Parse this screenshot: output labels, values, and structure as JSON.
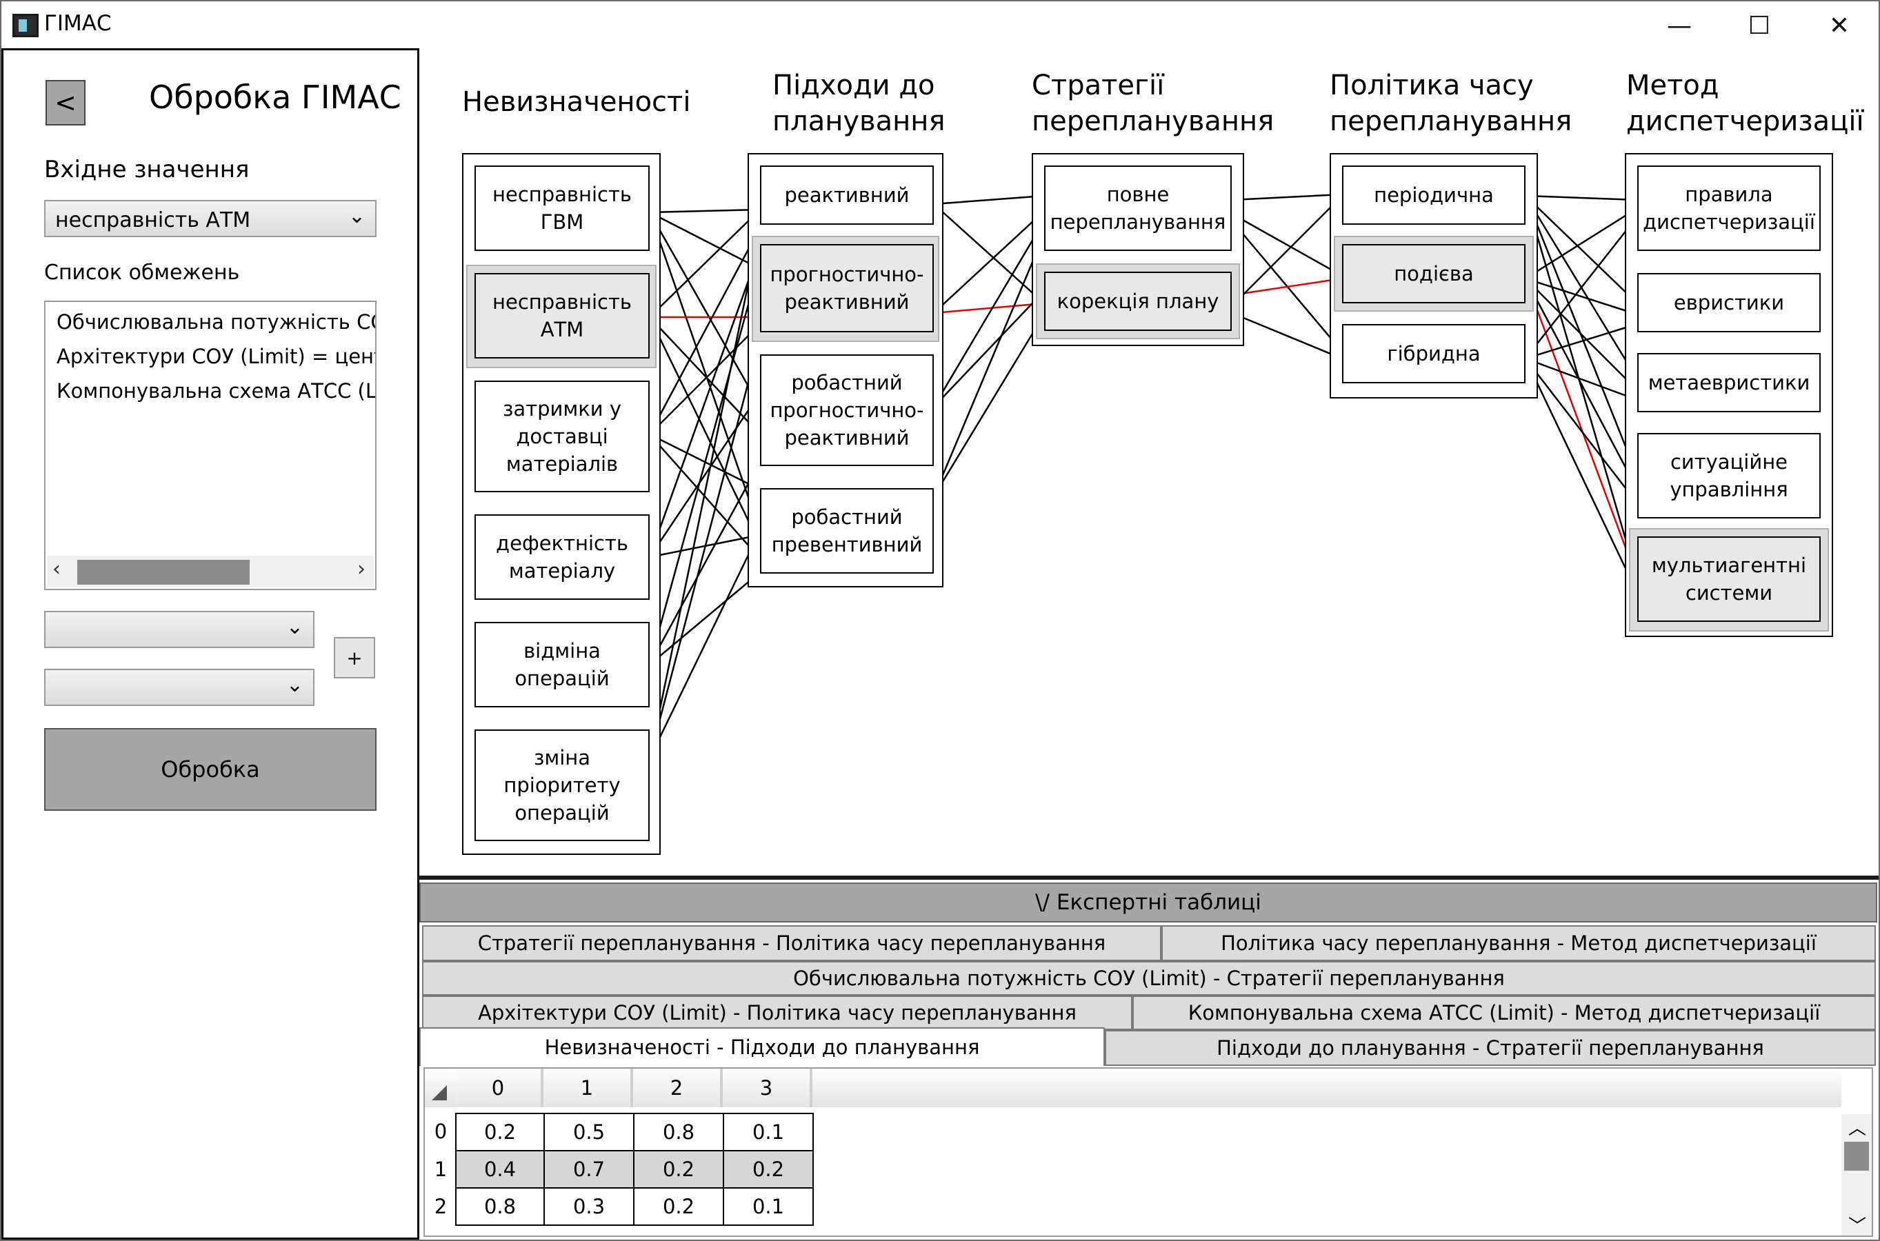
{
  "window": {
    "title": "ГІМАС",
    "minimize": "—",
    "maximize": "☐",
    "close": "✕"
  },
  "left": {
    "back_label": "<",
    "title": "Обробка ГІМАС",
    "input_label": "Вхідне значення",
    "input_value": "несправність АТМ",
    "constraints_label": "Список обмежень",
    "constraints": [
      "Обчислювальна потужність СОУ",
      "Архітектури СОУ (Limit)   =   центр",
      "Компонувальна схема АТСС (Limi"
    ],
    "add_label": "+",
    "process_label": "Обробка"
  },
  "diagram": {
    "columns": [
      {
        "title": "Невизначеності",
        "items": [
          "несправність ГВМ",
          "несправність АТМ",
          "затримки у доставці матеріалів",
          "дефектність матеріалу",
          "відміна операцій",
          "зміна пріоритету операцій"
        ],
        "selected": 1
      },
      {
        "title": "Підходи до планування",
        "items": [
          "реактивний",
          "прогностично-реактивний",
          "робастний прогностично-реактивний",
          "робастний превентивний"
        ],
        "selected": 1
      },
      {
        "title": "Стратегії перепланування",
        "items": [
          "повне перепланування",
          "корекція плану"
        ],
        "selected": 1
      },
      {
        "title": "Політика часу перепланування",
        "items": [
          "періодична",
          "подієва",
          "гібридна"
        ],
        "selected": 1
      },
      {
        "title": "Метод диспетчеризації",
        "items": [
          "правила диспетчеризації",
          "евристики",
          "метаевристики",
          "ситуаційне управління",
          "мультиагентні системи"
        ],
        "selected": 4
      }
    ],
    "highlight_color": "#e00000"
  },
  "bottom": {
    "expert_label": "\\/ Експертні таблиці",
    "tabs": {
      "r1a": "Стратегії перепланування - Політика часу перепланування",
      "r1b": "Політика часу перепланування - Метод диспетчеризації",
      "r2": "Обчислювальна потужність СОУ (Limit) - Стратегії перепланування",
      "r3a": "Архітектури СОУ (Limit) - Політика часу перепланування",
      "r3b": "Компонувальна схема АТСС (Limit) - Метод диспетчеризації",
      "r4a": "Невизначеності - Підходи до планування",
      "r4b": "Підходи до планування - Стратегії перепланування"
    },
    "table": {
      "columns": [
        "0",
        "1",
        "2",
        "3"
      ],
      "rows": [
        {
          "index": "0",
          "values": [
            "0.2",
            "0.5",
            "0.8",
            "0.1"
          ]
        },
        {
          "index": "1",
          "values": [
            "0.4",
            "0.7",
            "0.2",
            "0.2"
          ]
        },
        {
          "index": "2",
          "values": [
            "0.8",
            "0.3",
            "0.2",
            "0.1"
          ]
        }
      ]
    }
  }
}
